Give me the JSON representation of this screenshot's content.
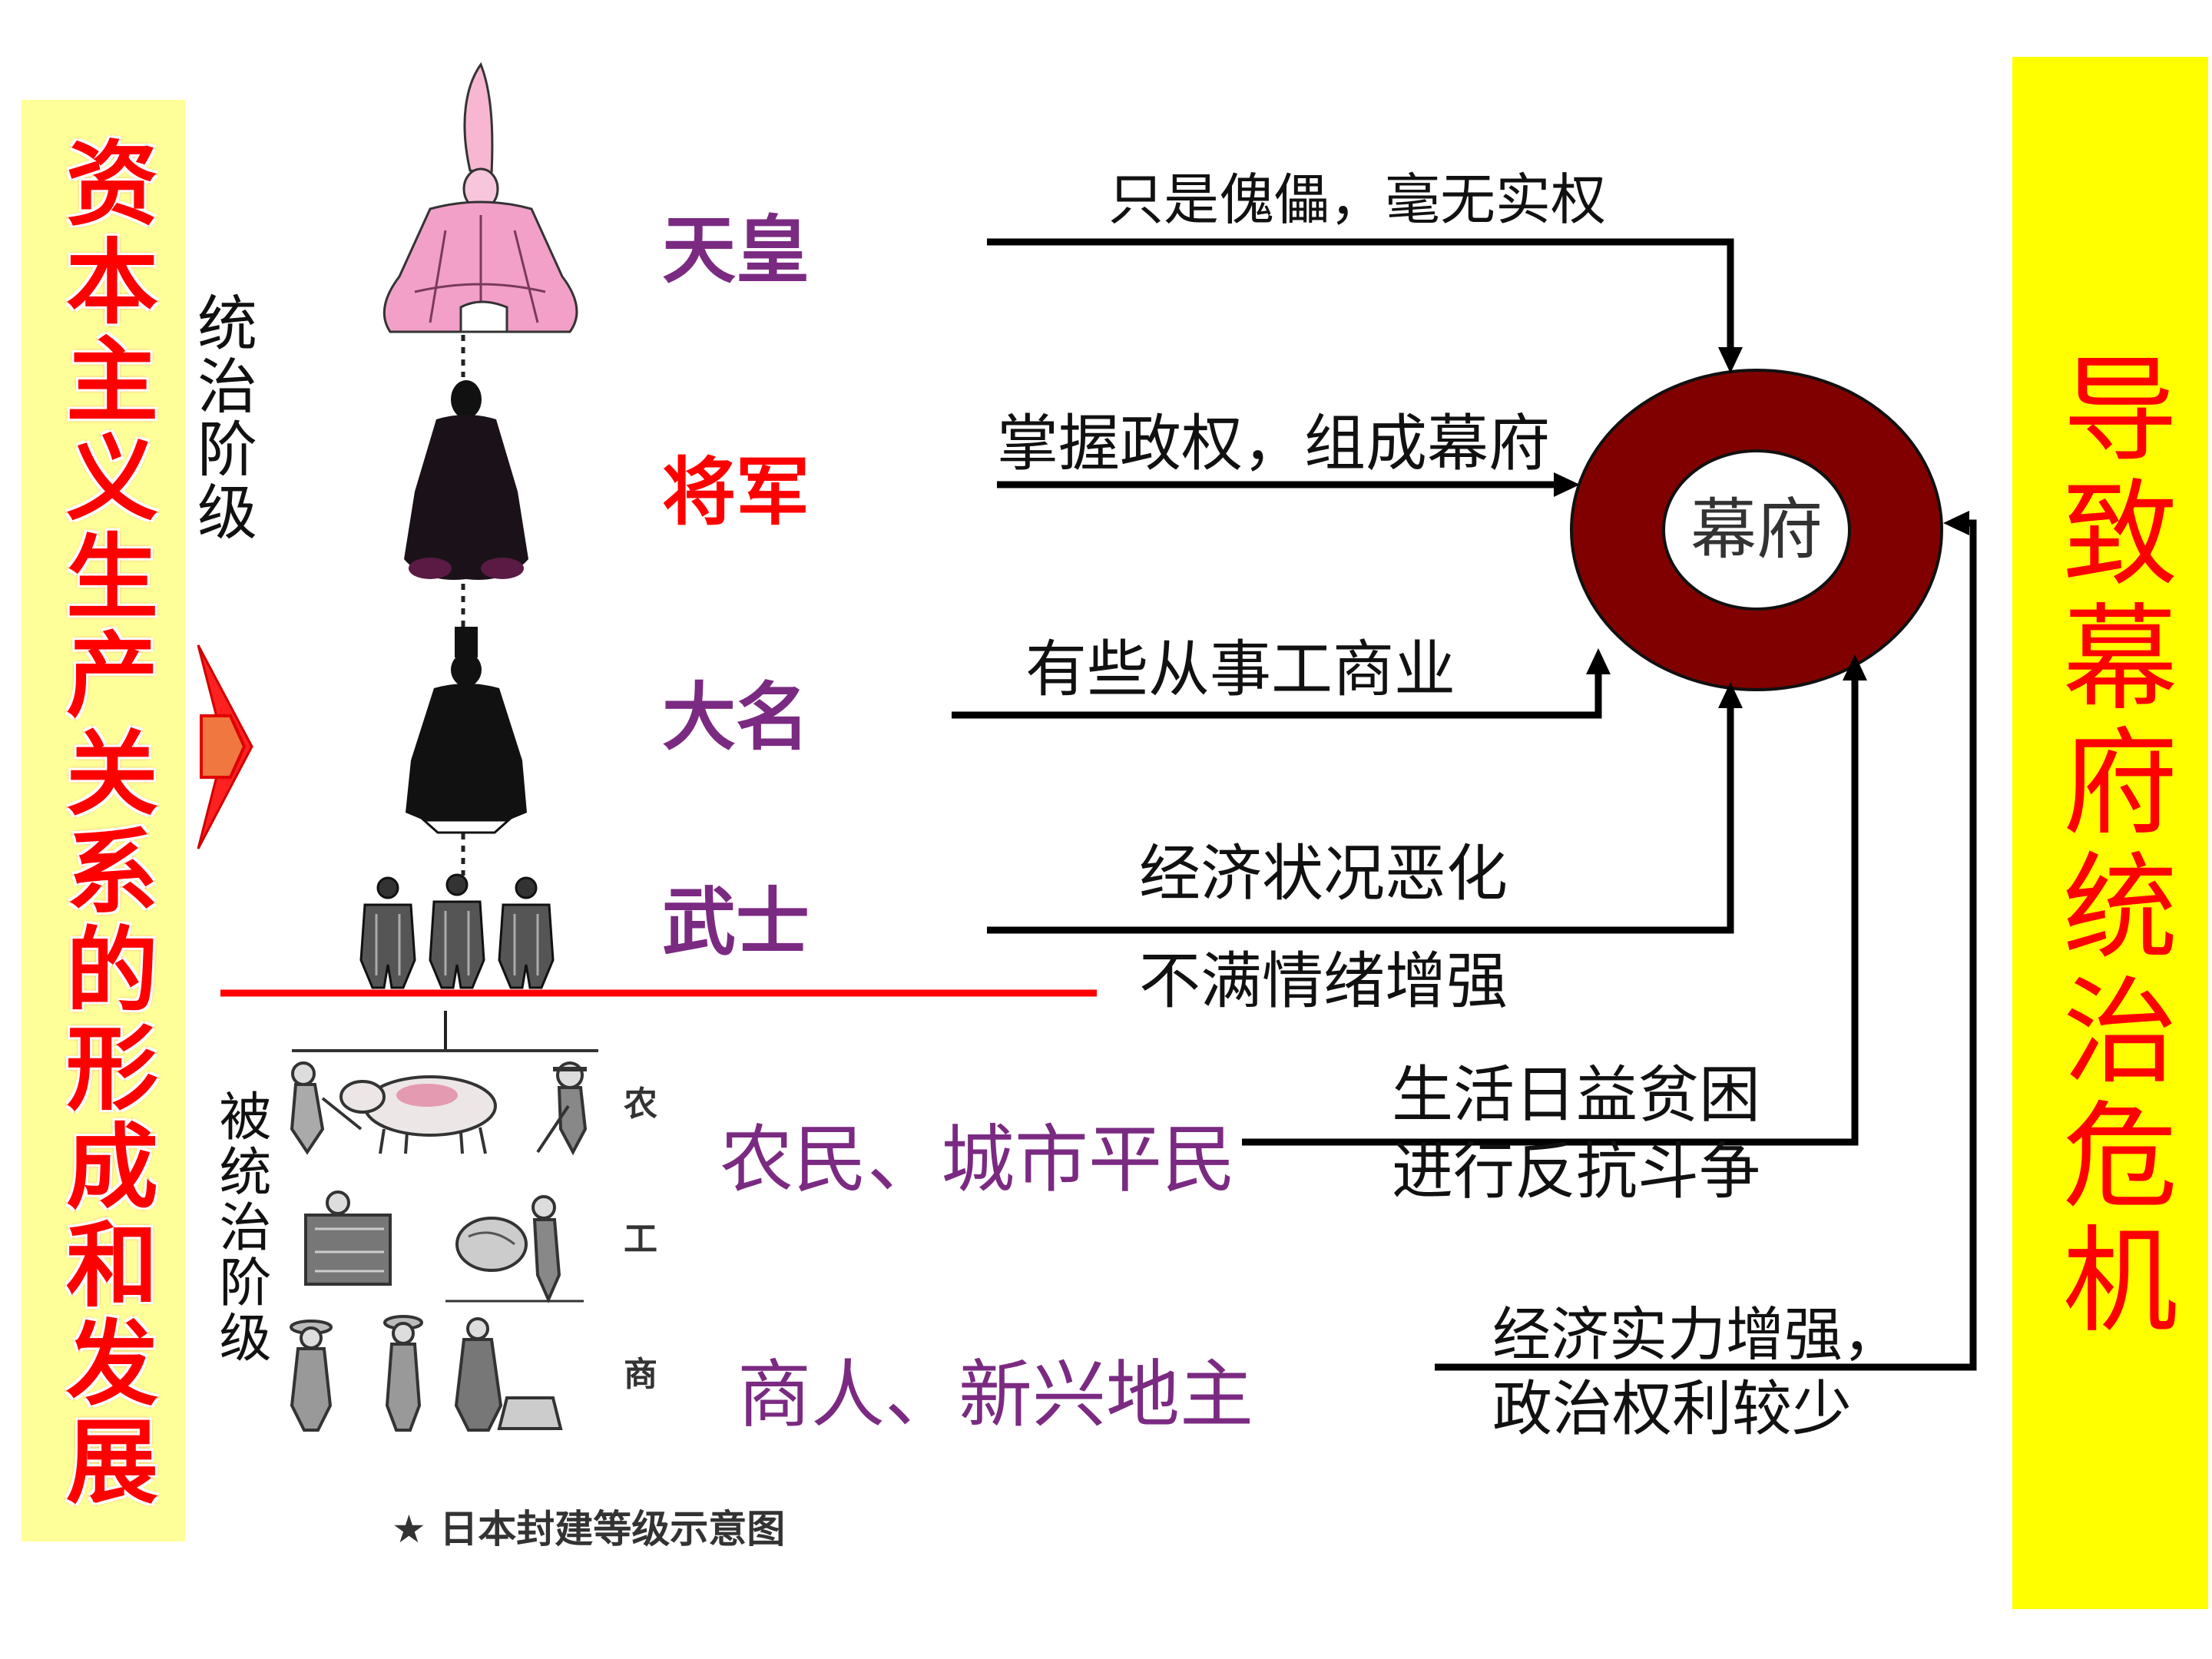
{
  "banners": {
    "left": "资本主义生产关系的形成和发展",
    "right": "导致幕府统治危机"
  },
  "classes": {
    "ruling": "统治阶级",
    "ruled": "被统治阶级"
  },
  "hierarchy": {
    "emperor": "天皇",
    "shogun": "将军",
    "daimyo": "大名",
    "samurai": "武士",
    "commoners": "农民、城市平民",
    "merchants": "商人、新兴地主"
  },
  "notes": {
    "emperor": "只是傀儡，毫无实权",
    "shogun": "掌握政权，组成幕府",
    "daimyo": "有些从事工商业",
    "samurai": [
      "经济状况恶化",
      "不满情绪增强"
    ],
    "commoners": [
      "生活日益贫困",
      "进行反抗斗争"
    ],
    "merchants": [
      "经济实力增强，",
      "政治权利较少"
    ]
  },
  "center_label": "幕府",
  "illustration": {
    "side_labels": [
      "农",
      "工",
      "商"
    ],
    "caption": "★ 日本封建等级示意图"
  },
  "colors": {
    "rank_purple": "#7b2a82",
    "rank_red": "#ff0000",
    "left_banner_bg": "#ffff99",
    "right_banner_bg": "#ffff00",
    "shogunate_ring": "#800000",
    "divider_line": "#ff0000"
  },
  "icons": {
    "pointer": "red-chevron-arrow-icon",
    "connectors": "black-arrow-icon"
  }
}
